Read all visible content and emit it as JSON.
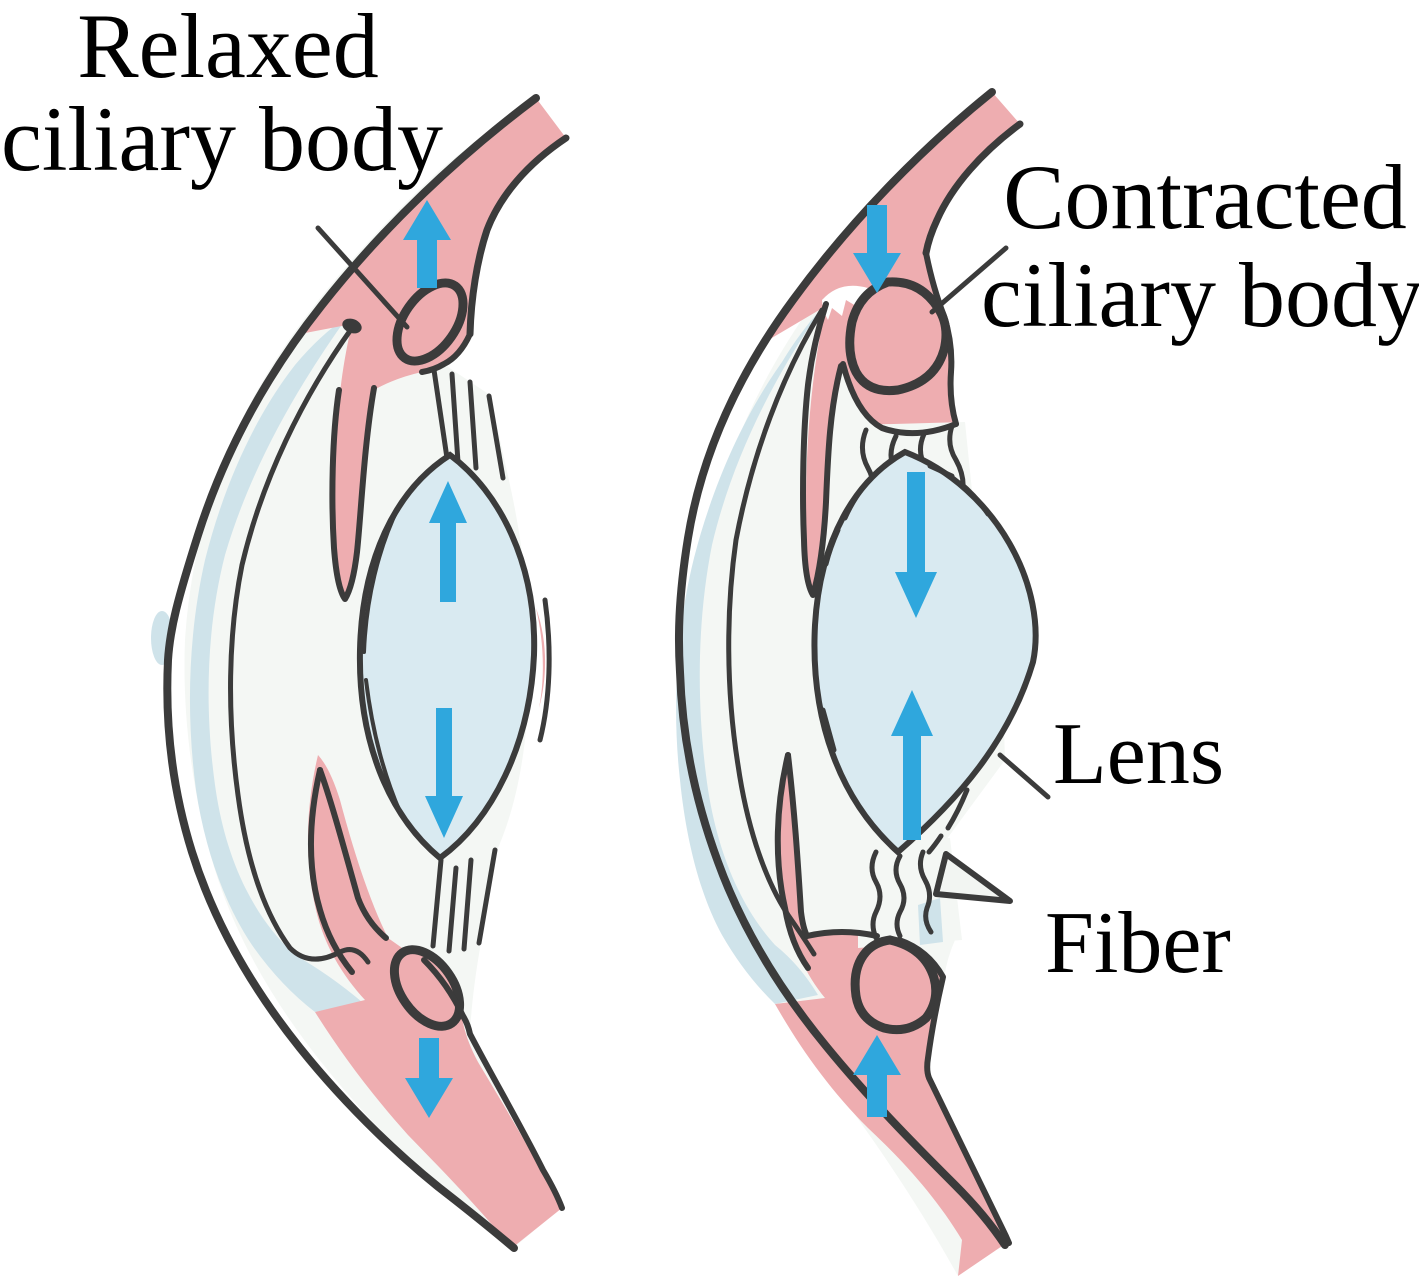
{
  "diagram": {
    "type": "anatomy-eye-accommodation",
    "left_panel": {
      "name": "relaxed-eye-section",
      "title_line1": "Relaxed",
      "title_line2": "ciliary body",
      "state": "relaxed",
      "fibers": "taut-straight",
      "lens_shape": "flattened",
      "arrows": [
        {
          "loc": "upper-ciliary-body",
          "dir": "up"
        },
        {
          "loc": "lens-top",
          "dir": "up"
        },
        {
          "loc": "lens-bottom",
          "dir": "down"
        },
        {
          "loc": "lower-ciliary-body",
          "dir": "down"
        }
      ]
    },
    "right_panel": {
      "name": "contracted-eye-section",
      "title_line1": "Contracted",
      "title_line2": "ciliary body",
      "lens_label": "Lens",
      "fiber_label": "Fiber",
      "state": "contracted",
      "fibers": "slack-wavy",
      "lens_shape": "rounded",
      "arrows": [
        {
          "loc": "upper-ciliary-body",
          "dir": "down"
        },
        {
          "loc": "lens-top",
          "dir": "down"
        },
        {
          "loc": "lens-bottom",
          "dir": "up"
        },
        {
          "loc": "lower-ciliary-body",
          "dir": "up"
        }
      ]
    },
    "colors": {
      "tissue_pink": "#eeadb0",
      "cornea_blue": "#cfe3ea",
      "lens_blue": "#d9eaf1",
      "interior_offwhite": "#f4f7f4",
      "outline_black": "#3b3b3b",
      "arrow_blue": "#2fa7dd",
      "text_black": "#000000",
      "background": "#ffffff"
    }
  }
}
